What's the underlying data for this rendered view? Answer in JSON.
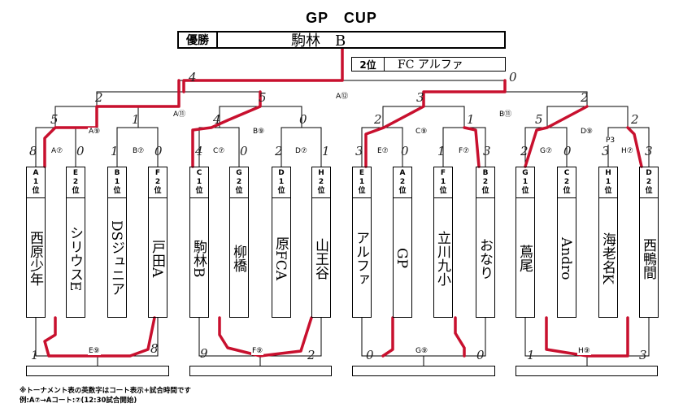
{
  "title": "GP　CUP",
  "champion": {
    "label": "優勝",
    "name": "駒林　B"
  },
  "second": {
    "label": "2位",
    "name": "FC アルファ"
  },
  "teams": [
    {
      "code1": "A",
      "code2": "1",
      "code3": "位",
      "name": "西原少年"
    },
    {
      "code1": "E",
      "code2": "2",
      "code3": "位",
      "name": "シリウスE"
    },
    {
      "code1": "B",
      "code2": "1",
      "code3": "位",
      "name": "DSジュニア"
    },
    {
      "code1": "F",
      "code2": "2",
      "code3": "位",
      "name": "戸田A"
    },
    {
      "code1": "C",
      "code2": "1",
      "code3": "位",
      "name": "駒林B"
    },
    {
      "code1": "G",
      "code2": "2",
      "code3": "位",
      "name": "柳橋"
    },
    {
      "code1": "D",
      "code2": "1",
      "code3": "位",
      "name": "原FCA"
    },
    {
      "code1": "H",
      "code2": "2",
      "code3": "位",
      "name": "山王谷"
    },
    {
      "code1": "E",
      "code2": "1",
      "code3": "位",
      "name": "アルファ"
    },
    {
      "code1": "A",
      "code2": "2",
      "code3": "位",
      "name": "GP"
    },
    {
      "code1": "F",
      "code2": "1",
      "code3": "位",
      "name": "立川九小"
    },
    {
      "code1": "B",
      "code2": "2",
      "code3": "位",
      "name": "おなり"
    },
    {
      "code1": "G",
      "code2": "1",
      "code3": "位",
      "name": "蔦尾"
    },
    {
      "code1": "C",
      "code2": "2",
      "code3": "位",
      "name": "Andro"
    },
    {
      "code1": "H",
      "code2": "1",
      "code3": "位",
      "name": "海老名K"
    },
    {
      "code1": "D",
      "code2": "2",
      "code3": "位",
      "name": "西鴨間"
    }
  ],
  "matches_top": [
    "A⑦",
    "B⑦",
    "C⑦",
    "D⑦",
    "E⑦",
    "F⑦",
    "G⑦",
    "H⑦",
    "A⑨",
    "B⑨",
    "C⑨",
    "D⑨",
    "A⑪",
    "B⑪",
    "A⑫"
  ],
  "matches_bottom": [
    "E⑨",
    "F⑨",
    "G⑨",
    "H⑨"
  ],
  "extra_label": "P3",
  "scores": {
    "r1": [
      "8",
      "0",
      "1",
      "0",
      "4",
      "0",
      "2",
      "1",
      "3",
      "0",
      "1",
      "3",
      "2",
      "0",
      "3",
      "3"
    ],
    "r2": [
      "5",
      "1",
      "4",
      "0",
      "2",
      "1",
      "5",
      "2"
    ],
    "r3": [
      "2",
      "5",
      "3",
      "2"
    ],
    "final": [
      "4",
      "0"
    ],
    "bottom": [
      "1",
      "8",
      "9",
      "2",
      "0",
      "0",
      "1",
      "3"
    ]
  },
  "notes": [
    "※トーナメント表の英数字はコート表示+試合時間です",
    "例:A⑦→Aコート:⑦(12:30試合開始)"
  ]
}
